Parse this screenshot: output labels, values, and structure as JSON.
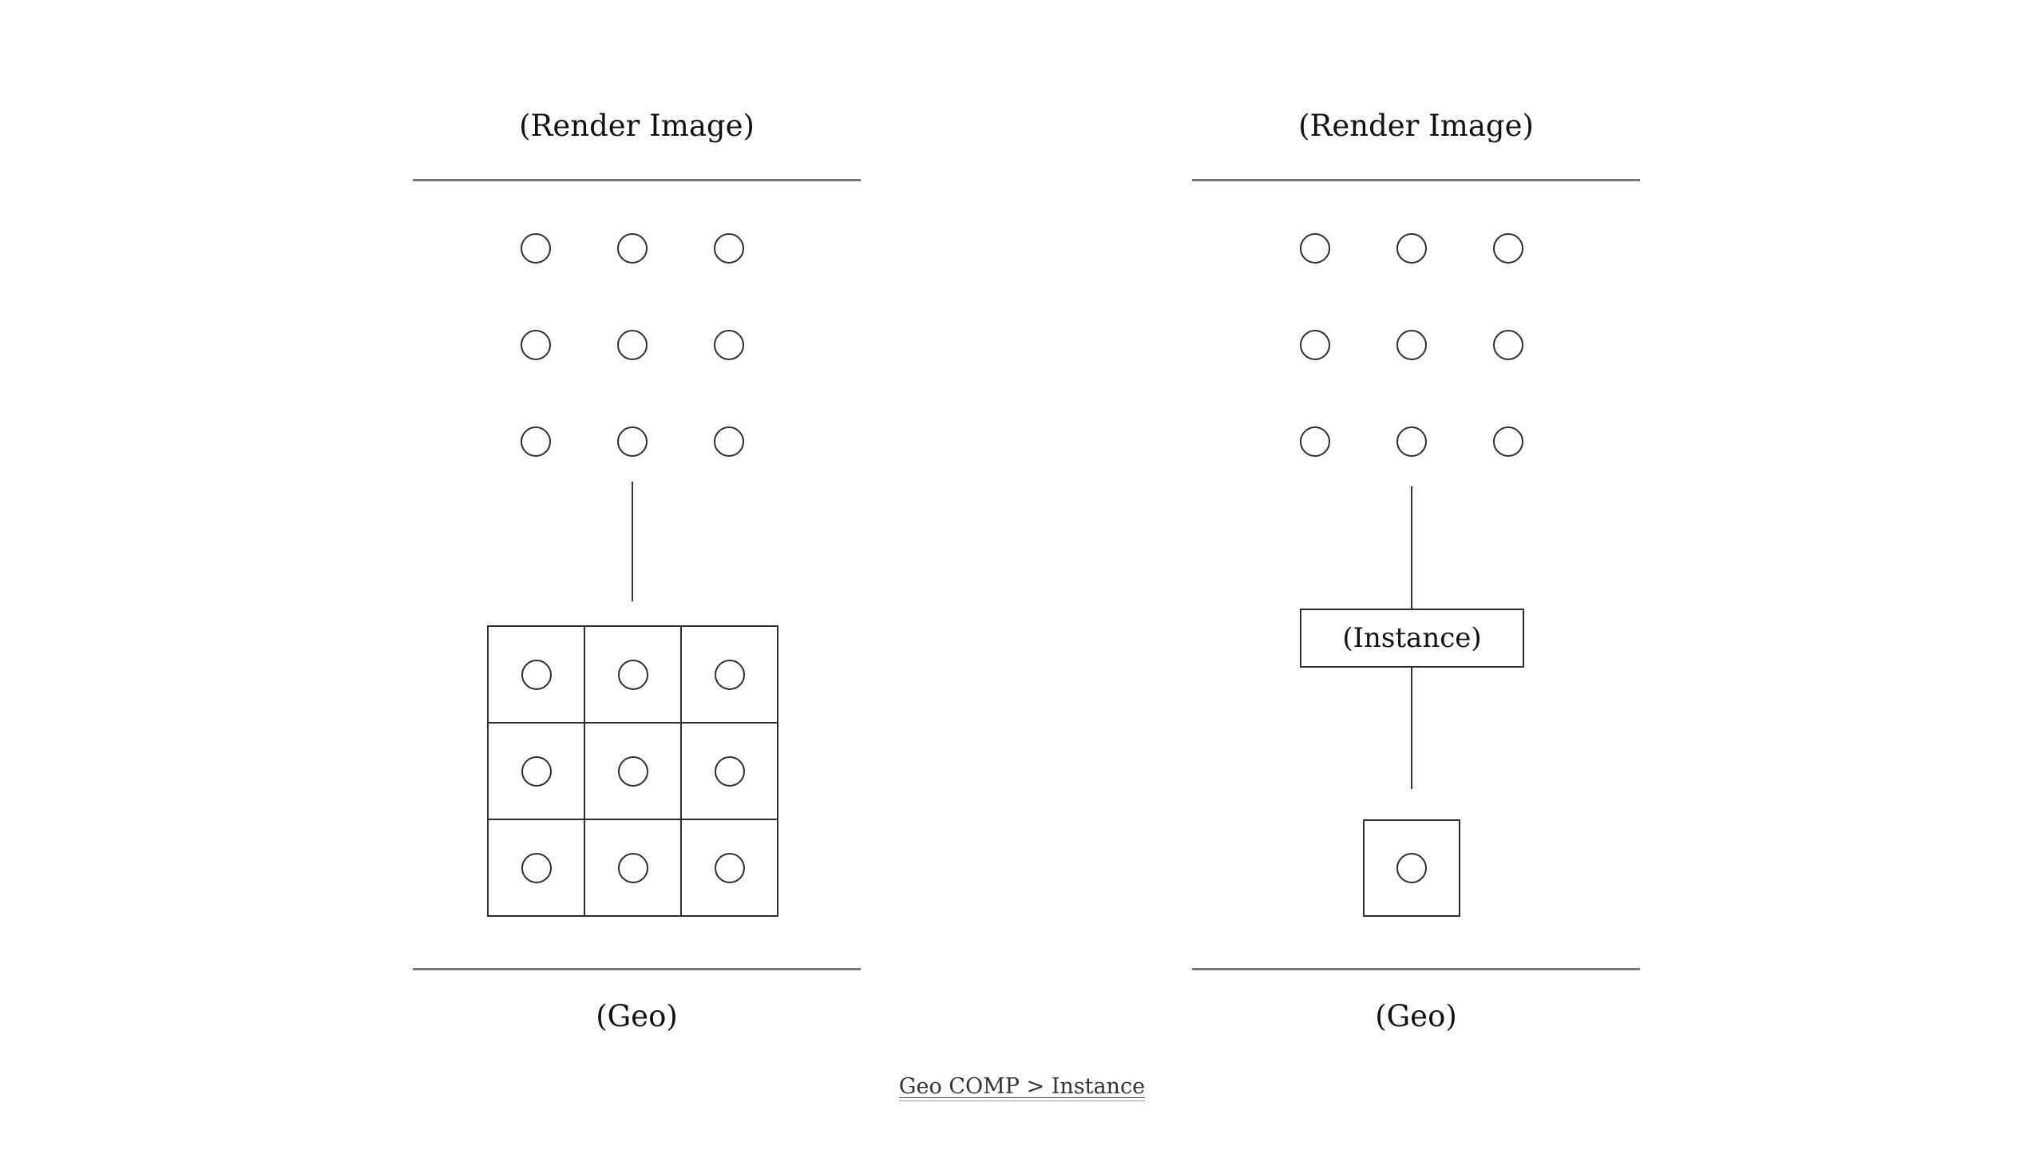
{
  "page": {
    "background_color": "#ffffff"
  },
  "colors": {
    "separator_line": "#757575",
    "shape_stroke": "#2e2e2e",
    "text": "#111111",
    "link_text": "#333333"
  },
  "left_panel": {
    "title": "(Render Image)",
    "caption": "(Geo)",
    "render_dots": {
      "rows": 3,
      "cols": 3,
      "count": 9
    },
    "geo_grid": {
      "rows": 3,
      "cols": 3,
      "cell_count": 9
    }
  },
  "right_panel": {
    "title": "(Render Image)",
    "caption": "(Geo)",
    "render_dots": {
      "rows": 3,
      "cols": 3,
      "count": 9
    },
    "instance_label": "(Instance)",
    "geo_box": {
      "dot_count": 1
    }
  },
  "footer": {
    "link_label": "Geo COMP > Instance"
  }
}
